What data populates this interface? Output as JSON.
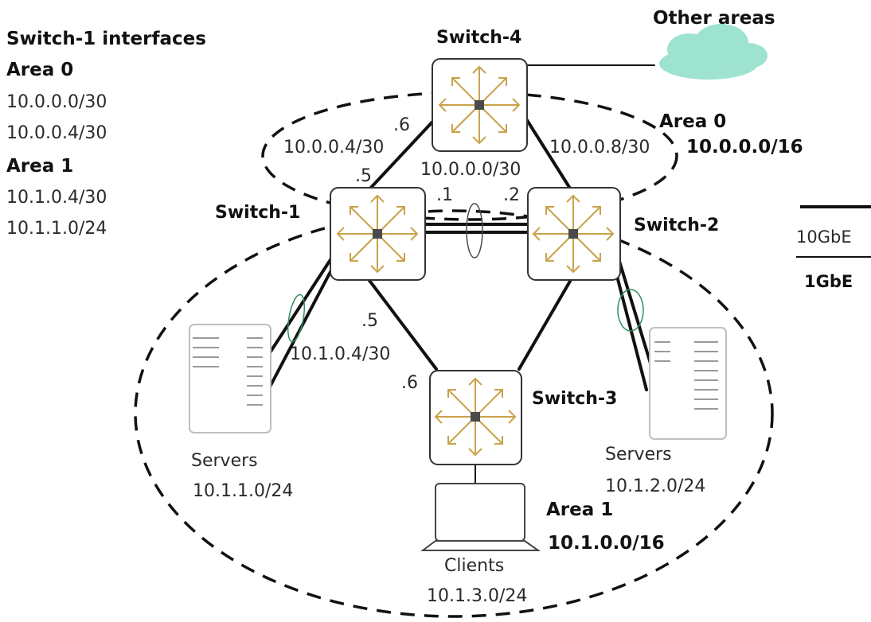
{
  "legend_panel": {
    "title": "Switch-1 interfaces",
    "area0_heading": "Area 0",
    "area0_subnets": [
      "10.0.0.0/30",
      "10.0.0.4/30"
    ],
    "area1_heading": "Area 1",
    "area1_subnets": [
      "10.1.0.4/30",
      "10.1.1.0/24"
    ]
  },
  "nodes": {
    "switch1": "Switch-1",
    "switch2": "Switch-2",
    "switch3": "Switch-3",
    "switch4": "Switch-4",
    "other_areas": "Other areas"
  },
  "links": {
    "sw1_sw4_subnet": "10.0.0.4/30",
    "sw4_end": ".6",
    "sw1_end_top": ".5",
    "sw1_sw2_subnet": "10.0.0.0/30",
    "sw1_sw2_left": ".1",
    "sw1_sw2_right": ".2",
    "sw2_sw4_subnet": "10.0.0.8/30",
    "sw1_sw3_subnet": "10.1.0.4/30",
    "sw1_sw3_left": ".5",
    "sw3_end": ".6"
  },
  "areas": {
    "area0_name": "Area 0",
    "area0_net": "10.0.0.0/16",
    "area1_name": "Area 1",
    "area1_net": "10.1.0.0/16"
  },
  "endpoints": {
    "servers_left_label": "Servers",
    "servers_left_net": "10.1.1.0/24",
    "servers_right_label": "Servers",
    "servers_right_net": "10.1.2.0/24",
    "clients_label": "Clients",
    "clients_net": "10.1.3.0/24"
  },
  "link_legend": {
    "ten_gig": "10GbE",
    "one_gig": "1GbE"
  },
  "colors": {
    "arrow": "#c9a24a",
    "cloud": "#9ee3cf",
    "lag_ring": "#2f8f5f"
  }
}
